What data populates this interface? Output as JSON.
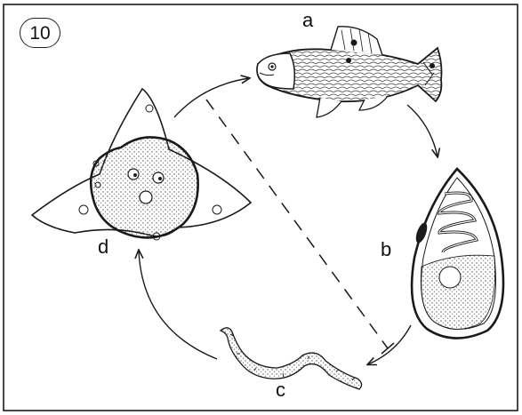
{
  "figure": {
    "panel_number": "10",
    "labels": {
      "a": "a",
      "b": "b",
      "c": "c",
      "d": "d"
    }
  },
  "colors": {
    "ink": "#1a1a1a",
    "paper": "#ffffff"
  }
}
